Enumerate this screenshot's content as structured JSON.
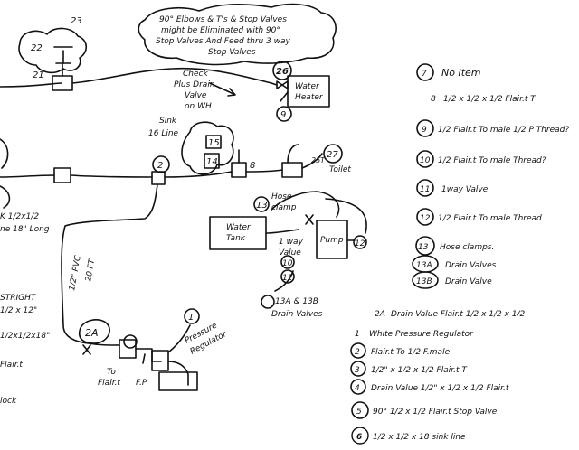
{
  "diagram": {
    "note_top": [
      "90° Elbows & T's & Stop Valves",
      "might be Eliminated with 90°",
      "Stop Valves And Feed thru 3 way",
      "Stop Valves"
    ],
    "nodes": {
      "n23": "23",
      "n22": "22",
      "n21": "21",
      "n26": "26",
      "n9": "9",
      "n15": "15",
      "n14": "14",
      "n8": "8",
      "n2": "2",
      "n27": "27",
      "n25t": "25T",
      "n13": "13",
      "n10": "10",
      "n11": "11",
      "n12": "12",
      "n2a": "2A",
      "n1": "1"
    },
    "labels": {
      "water_heater": [
        "Water",
        "Heater"
      ],
      "check_valve": [
        "Check",
        "Plus Drain",
        "Valve",
        "on WH"
      ],
      "sink_line": [
        "Sink",
        "16 Line"
      ],
      "toilet": "Toilet",
      "hose_clamp": [
        "Hose",
        "clamp"
      ],
      "water_tank": [
        "Water",
        "Tank"
      ],
      "one_way_valve": [
        "1 way",
        "Value"
      ],
      "pump": "Pump",
      "drain_valves": [
        "13A & 13B",
        "Drain Valves"
      ],
      "pvc": [
        "1/2\" PVC",
        "20 FT"
      ],
      "pressure_reg": [
        "Pressure",
        "Regulator"
      ],
      "to_flair": [
        "To",
        "Flair.t"
      ],
      "fp": "F.P",
      "left_edge": [
        "K 1/2x1/2",
        "ne 18\" Long",
        "STRIGHT",
        "1/2 x 12\"",
        "1/2x1/2x18\"",
        "Flair.t",
        "lock"
      ]
    },
    "legend_right": [
      {
        "num": "7",
        "text": "No Item"
      },
      {
        "num": "8",
        "text": "1/2 x 1/2 x 1/2 Flair.t T"
      },
      {
        "num": "9",
        "text": "1/2 Flair.t To male 1/2 P Thread?"
      },
      {
        "num": "10",
        "text": "1/2 Flair.t To male Thread?"
      },
      {
        "num": "11",
        "text": "1way Valve"
      },
      {
        "num": "12",
        "text": "1/2 Flair.t To male Thread"
      },
      {
        "num": "13",
        "text": "Hose clamps."
      },
      {
        "num": "13A",
        "text": "Drain Valves"
      },
      {
        "num": "13B",
        "text": "Drain Valve"
      }
    ],
    "legend_bottom": [
      {
        "num": "2A",
        "text": "Drain Value Flair.t 1/2 x 1/2 x 1/2"
      },
      {
        "num": "1",
        "text": "White Pressure Regulator"
      },
      {
        "num": "2",
        "text": "Flair.t To 1/2 F.male"
      },
      {
        "num": "3",
        "text": "1/2\" x 1/2 x 1/2 Flair.t T"
      },
      {
        "num": "4",
        "text": "Drain Value 1/2\" x 1/2 x 1/2 Flair.t"
      },
      {
        "num": "5",
        "text": "90° 1/2 x 1/2 Flair.t Stop Valve"
      },
      {
        "num": "6",
        "text": "1/2 x 1/2 x 18 sink line"
      }
    ]
  }
}
